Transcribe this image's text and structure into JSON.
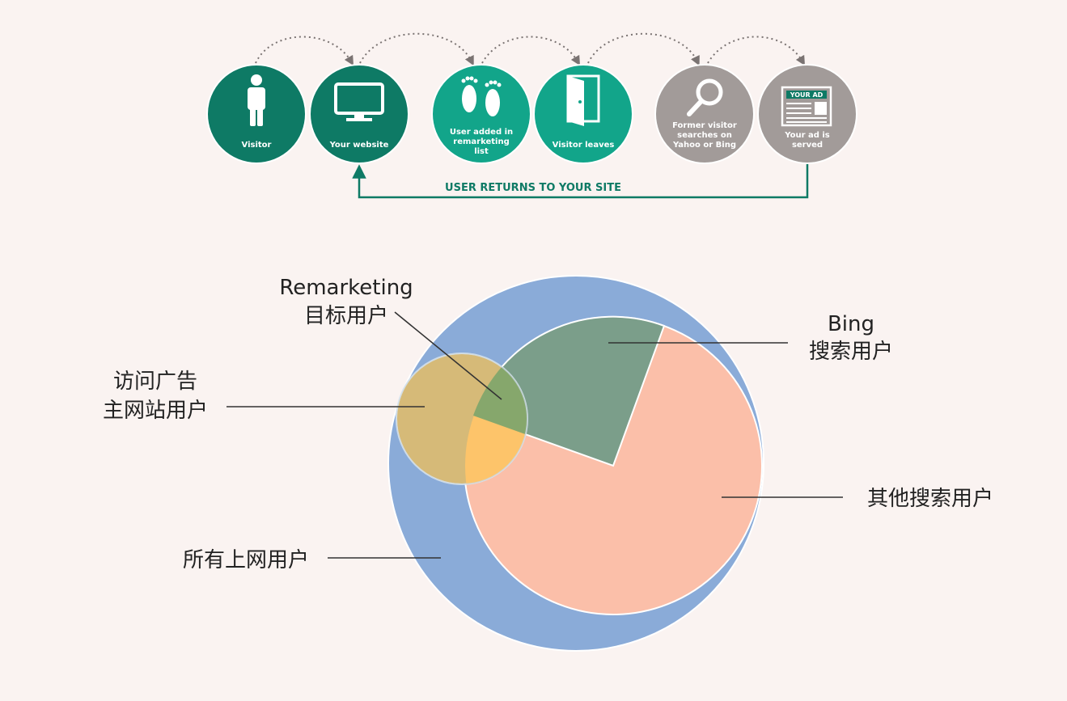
{
  "flow": {
    "steps": [
      {
        "label": "Visitor",
        "icon": "person-icon",
        "color": "#0e7a65"
      },
      {
        "label": "Your website",
        "icon": "monitor-icon",
        "color": "#0e7a65"
      },
      {
        "label": "User added in remarketing list",
        "icon": "footprints-icon",
        "color": "#12a58a"
      },
      {
        "label": "Visitor leaves",
        "icon": "door-icon",
        "color": "#12a58a"
      },
      {
        "label": "Former visitor searches on Yahoo or Bing",
        "icon": "magnifier-icon",
        "color": "#a29b99"
      },
      {
        "label": "Your ad is served",
        "icon": "newspaper-icon",
        "color": "#a29b99"
      }
    ],
    "step_lines": [
      [],
      [],
      [
        "User added in",
        "remarketing",
        "list"
      ],
      [],
      [
        "Former visitor",
        "searches on",
        "Yahoo or Bing"
      ],
      [
        "Your ad is",
        "served"
      ]
    ],
    "ad_badge": "YOUR AD",
    "return_label": "USER RETURNS TO YOUR SITE",
    "return_color": "#0e7a65"
  },
  "venn": {
    "labels": {
      "remarketing_l1": "Remarketing",
      "remarketing_l2": "目标用户",
      "bing_l1": "Bing",
      "bing_l2": "搜索用户",
      "visitors_l1": "访问广告",
      "visitors_l2": "主网站用户",
      "other": "其他搜索用户",
      "all": "所有上网用户"
    },
    "colors": {
      "all_users": "#8aabd8",
      "search_users": "#fbbfa9",
      "bing_users": "#7b9e8a",
      "visitors": "#d6ba78",
      "overlap_search": "#fdc46a",
      "overlap_bing": "#86a76c"
    }
  }
}
